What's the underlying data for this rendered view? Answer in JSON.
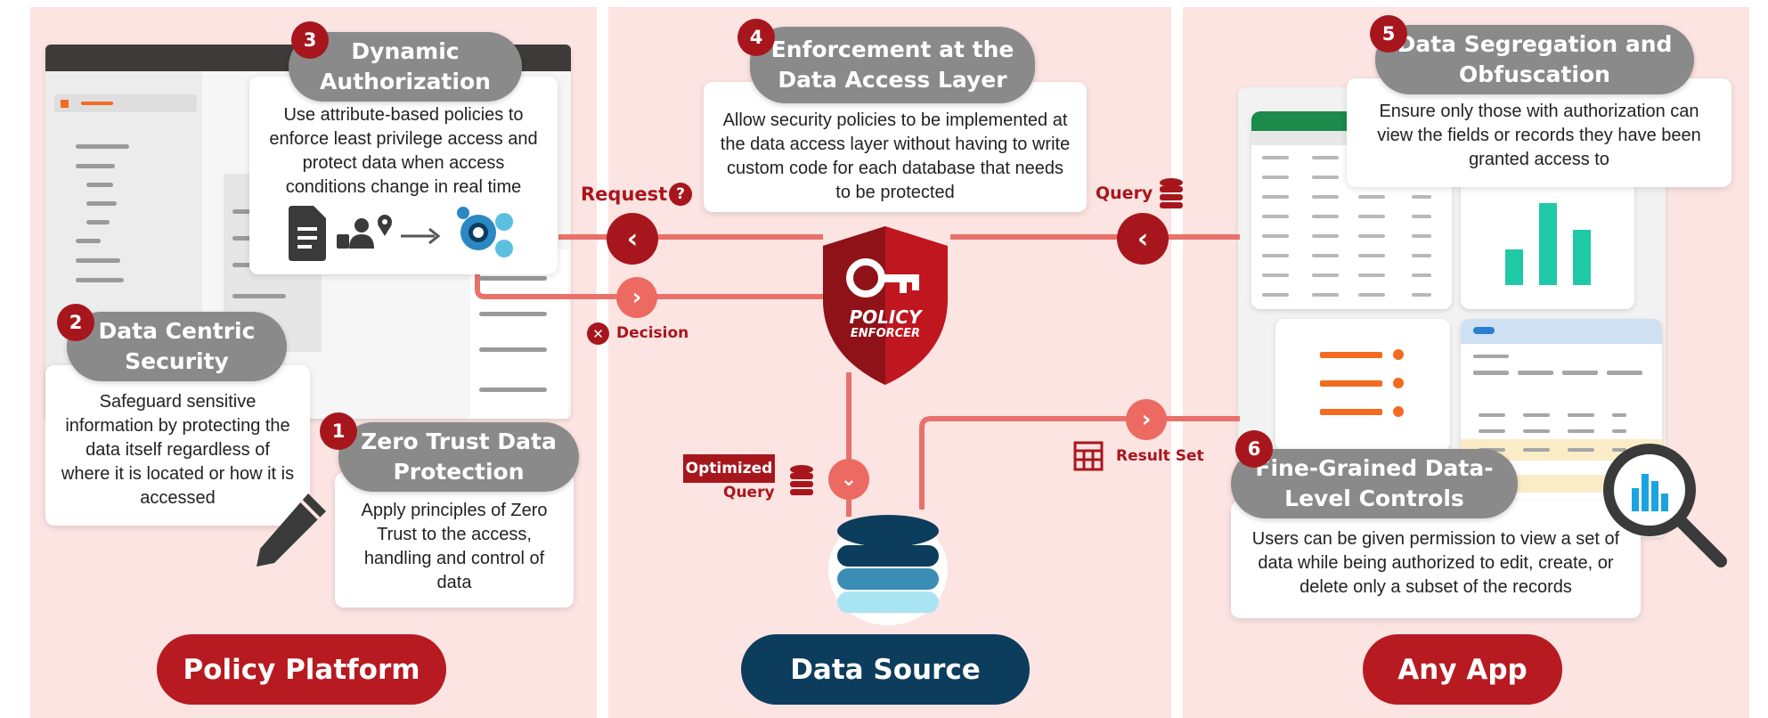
{
  "colors": {
    "brand_red": "#a8161d",
    "panel_bg": "#fbe4e2",
    "data_blue": "#0d3d5c",
    "connector": "#e8726b",
    "pill_gray": "#8a8a8a"
  },
  "steps": {
    "step1": {
      "number": "1",
      "title": "Zero Trust Data Protection",
      "body": "Apply principles of Zero Trust to the access, handling and control of data"
    },
    "step2": {
      "number": "2",
      "title": "Data Centric Security",
      "body": "Safeguard sensitive information by protecting the data itself regardless of where it is located or how it is accessed"
    },
    "step3": {
      "number": "3",
      "title": "Dynamic Authorization",
      "body": "Use attribute-based policies to enforce least privilege access and protect data when access conditions change in real time"
    },
    "step4": {
      "number": "4",
      "title": "Enforcement at the Data Access Layer",
      "body": "Allow security policies to be implemented at the data access layer without having to write custom code for each database that needs to be protected"
    },
    "step5": {
      "number": "5",
      "title": "Data Segregation and Obfuscation",
      "body": "Ensure only those with authorization can view the fields or records they have been granted access to"
    },
    "step6": {
      "number": "6",
      "title": "Fine-Grained Data-Level Controls",
      "body": "Users can be given permission to view a set of data while being authorized to edit, create, or delete only a subset of the records"
    }
  },
  "flow": {
    "request": "Request",
    "decision": "Decision",
    "query": "Query",
    "optimized_query": [
      "Optimized",
      "Query"
    ],
    "result_set": "Result Set"
  },
  "shield": {
    "line1": "POLICY",
    "line2": "ENFORCER"
  },
  "footers": {
    "left": "Policy Platform",
    "center": "Data Source",
    "right": "Any App"
  },
  "icons": [
    "document-icon",
    "users-location-icon",
    "arrow-right-icon",
    "gears-icon",
    "key-icon",
    "database-icon",
    "table-grid-icon",
    "magnifier-chart-icon",
    "pencil-icon",
    "question-icon",
    "decision-icon",
    "chevron-icon"
  ]
}
